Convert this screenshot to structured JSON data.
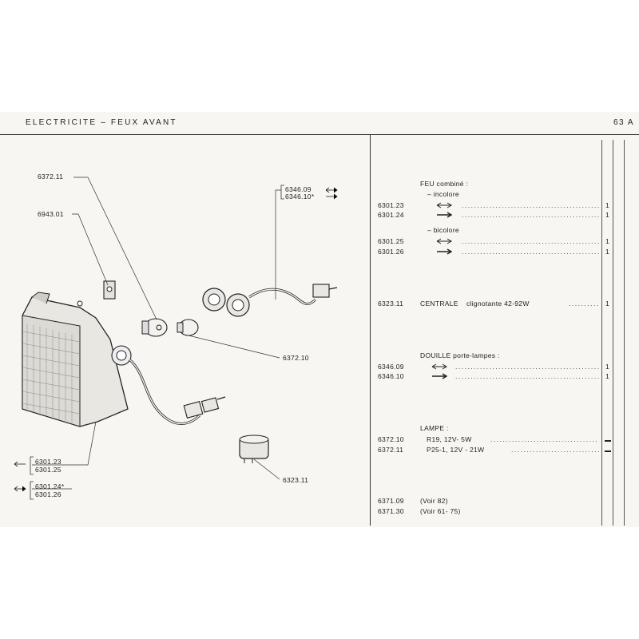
{
  "header": {
    "title": "ELECTRICITE – FEUX AVANT",
    "page": "63 A"
  },
  "diagram": {
    "callouts": {
      "c1": "6372.11",
      "c2": "6943.01",
      "c3a": "6346.09",
      "c3b": "6346.10*",
      "c4": "6372.10",
      "c5a": "6301.23",
      "c5b": "6301.25",
      "c6a": "6301.24*",
      "c6b": "6301.26",
      "c7": "6323.11"
    }
  },
  "parts": {
    "feu": {
      "heading": "FEU combiné :",
      "sub1": "– incolore",
      "sub2": "– bicolore"
    },
    "rows": [
      {
        "ref": "6301.23",
        "qty": "1"
      },
      {
        "ref": "6301.24",
        "qty": "1"
      },
      {
        "ref": "6301.25",
        "qty": "1"
      },
      {
        "ref": "6301.26",
        "qty": "1"
      }
    ],
    "centrale": {
      "ref": "6323.11",
      "label": "CENTRALE",
      "desc": "clignotante 42-92W",
      "qty": "1"
    },
    "douille": {
      "heading": "DOUILLE porte-lampes :"
    },
    "douille_rows": [
      {
        "ref": "6346.09",
        "qty": "1"
      },
      {
        "ref": "6346.10",
        "qty": "1"
      }
    ],
    "lampe": {
      "heading": "LAMPE :"
    },
    "lampe_rows": [
      {
        "ref": "6372.10",
        "desc": "R19, 12V- 5W"
      },
      {
        "ref": "6372.11",
        "desc": "P25-1, 12V - 21W"
      }
    ],
    "voir": [
      {
        "ref": "6371.09",
        "desc": "(Voir 82)"
      },
      {
        "ref": "6371.30",
        "desc": "(Voir 61- 75)"
      }
    ]
  }
}
